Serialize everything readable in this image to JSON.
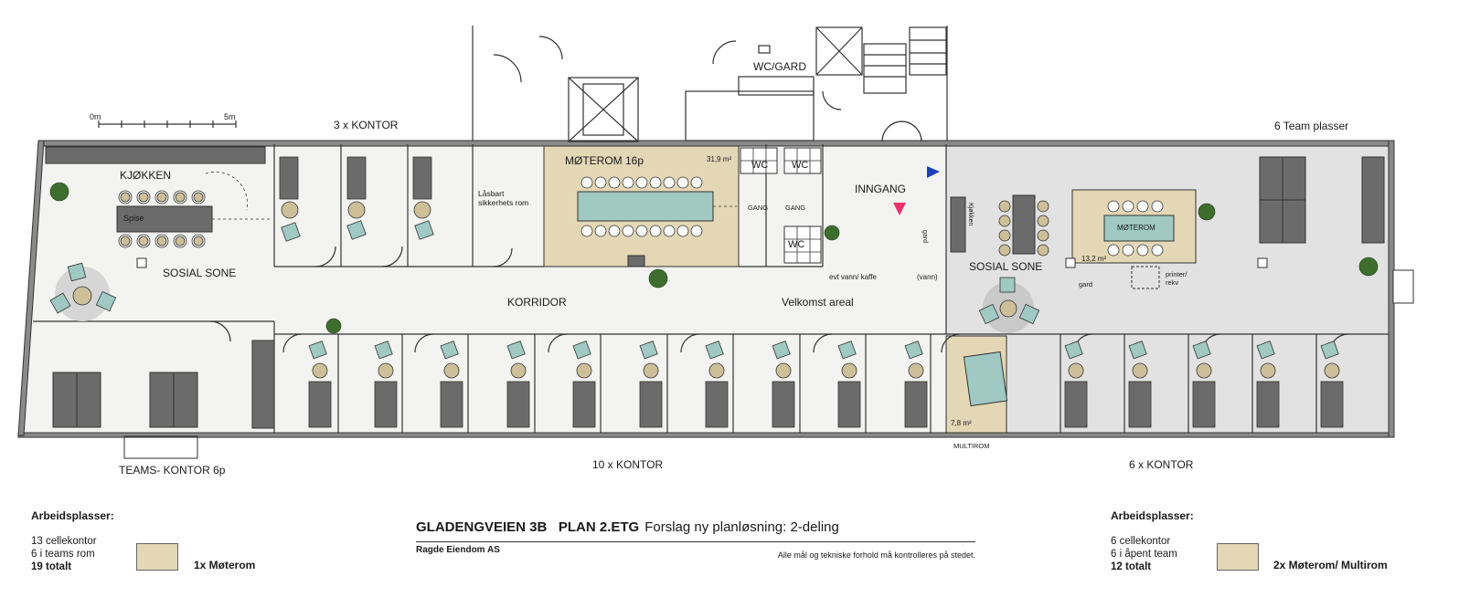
{
  "plan": {
    "labels": {
      "kontor_3x": "3 x KONTOR",
      "team_plasser": "6 Team plasser",
      "wc_gard": "WC/GARD",
      "kjokken": "KJØKKEN",
      "spise": "Spise",
      "sosial_sone_left": "SOSIAL SONE",
      "sosial_sone_right": "SOSIAL SONE",
      "lasbart": "Låsbart",
      "sikkerhets_rom": "sikkerhets rom",
      "moterom_16p": "MØTEROM 16p",
      "area_moterom": "31,9 m²",
      "wc_1": "WC",
      "wc_2": "WC",
      "wc_3": "WC",
      "gang_1": "GANG",
      "gang_2": "GANG",
      "inngang": "INNGANG",
      "kjokken_small": "Kjøkken",
      "gard_small": "gard",
      "vann_kaffe": "evt vann/ kaffe",
      "vann": "(vann)",
      "korridor": "KORRIDOR",
      "velkomst": "Velkomst areal",
      "moterom_small": "MØTEROM",
      "area_small": "13,2 m²",
      "gard_small2": "gard",
      "printer": "printer/",
      "rekv": "rekv",
      "area_multi": "7,8 m²",
      "multirom": "MULTIROM",
      "teams_kontor": "TEAMS- KONTOR 6p",
      "kontor_10x": "10 x KONTOR",
      "kontor_6x": "6 x KONTOR",
      "scale_0": "0m",
      "scale_5": "5m"
    }
  },
  "legend_left": {
    "heading": "Arbeidsplasser:",
    "line1": "13 cellekontor",
    "line2": "6 i teams rom",
    "total": "19 totalt",
    "swatch_label": "1x Møterom"
  },
  "legend_right": {
    "heading": "Arbeidsplasser:",
    "line1": "6 cellekontor",
    "line2": "6 i åpent team",
    "total": "12 totalt",
    "swatch_label": "2x Møterom/ Multirom"
  },
  "titleblock": {
    "title": "GLADENGVEIEN 3B   PLAN 2.ETG",
    "subtitle": "Forslag ny planløsning: 2-deling",
    "owner": "Ragde Eiendom AS",
    "note": "Alle mål og tekniske forhold må kontrolleres på stedet."
  },
  "colors": {
    "meeting_fill": "#e3d7b6",
    "right_zone_fill": "#e2e2e2",
    "left_floor_fill": "#f3f3f1",
    "furniture_teal": "#9fc9c2",
    "wall": "#8a8a8a"
  }
}
